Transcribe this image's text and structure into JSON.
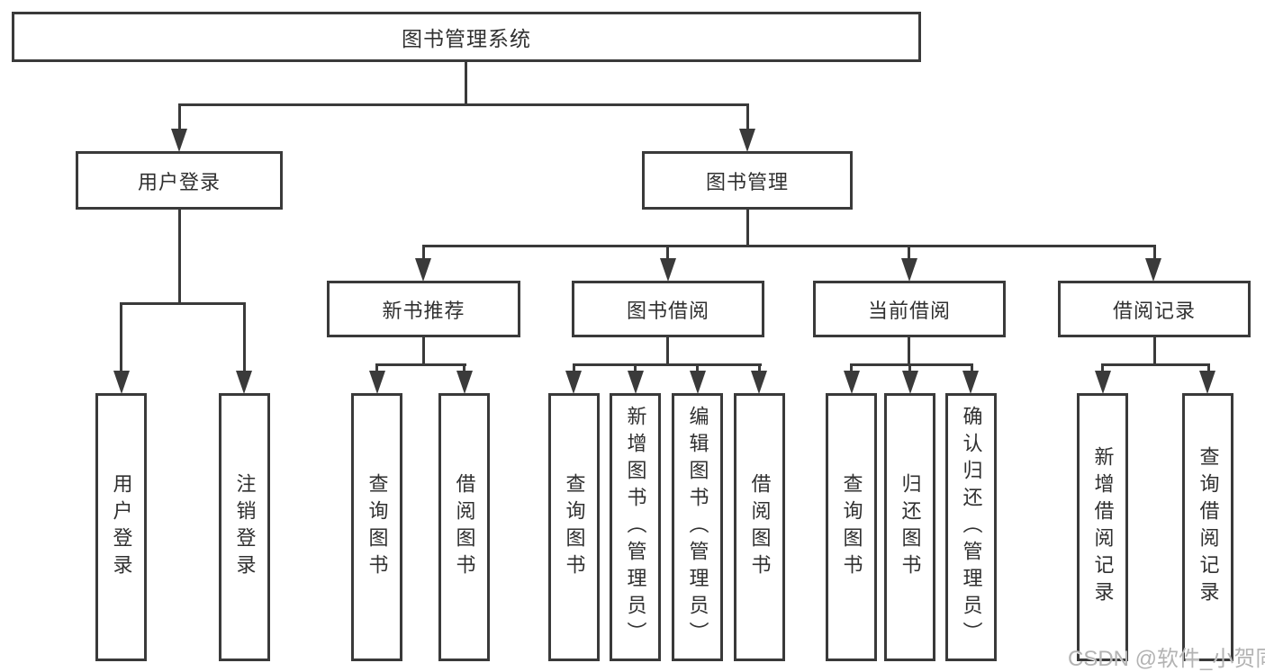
{
  "colors": {
    "background": "#ffffff",
    "line": "#3a3a3a",
    "box_border": "#3a3a3a",
    "text": "#303030",
    "watermark": "#b3b3b3"
  },
  "tree": {
    "label": "图书管理系统",
    "children": [
      {
        "label": "用户登录",
        "children": [
          {
            "label": "用户登录"
          },
          {
            "label": "注销登录"
          }
        ]
      },
      {
        "label": "图书管理",
        "children": [
          {
            "label": "新书推荐",
            "children": [
              {
                "label": "查询图书"
              },
              {
                "label": "借阅图书"
              }
            ]
          },
          {
            "label": "图书借阅",
            "children": [
              {
                "label": "查询图书"
              },
              {
                "label": "新增图书（管理员）"
              },
              {
                "label": "编辑图书（管理员）"
              },
              {
                "label": "借阅图书"
              }
            ]
          },
          {
            "label": "当前借阅",
            "children": [
              {
                "label": "查询图书"
              },
              {
                "label": "归还图书"
              },
              {
                "label": "确认归还（管理员）"
              }
            ]
          },
          {
            "label": "借阅记录",
            "children": [
              {
                "label": "新增借阅记录"
              },
              {
                "label": "查询借阅记录"
              }
            ]
          }
        ]
      }
    ]
  },
  "watermark": {
    "text": "CSDN @软件_小贺同学"
  }
}
